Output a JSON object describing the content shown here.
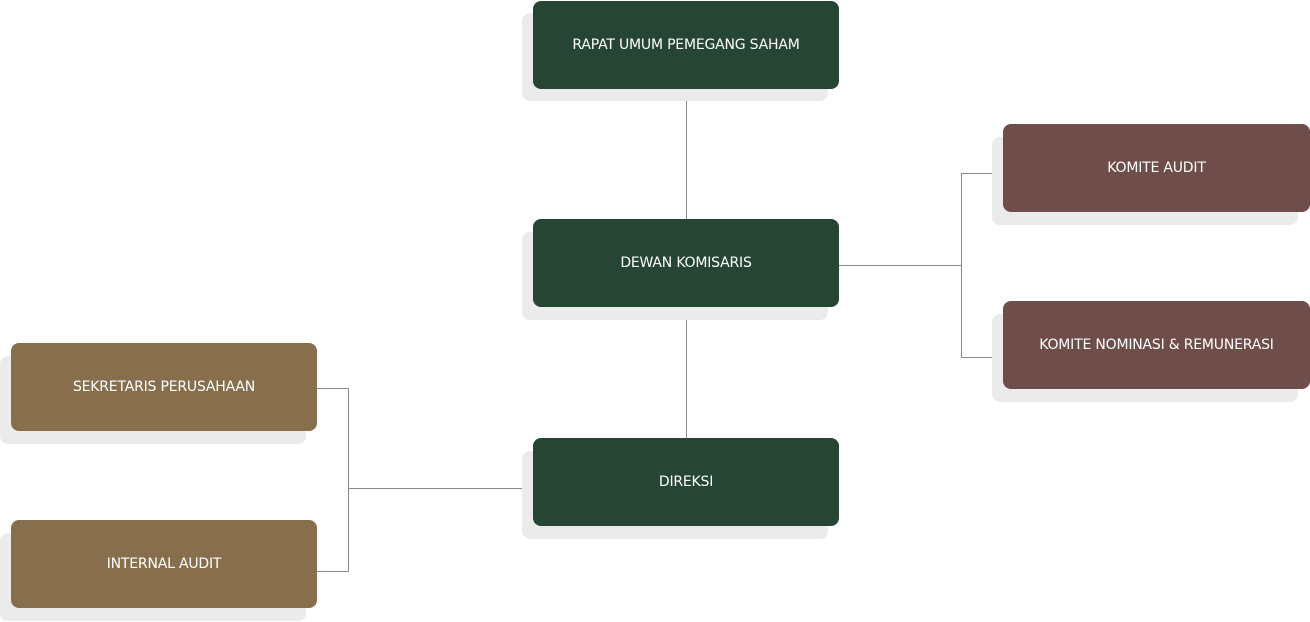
{
  "nodes": {
    "rups": "RAPAT UMUM PEMEGANG SAHAM",
    "dewan_komisaris": "DEWAN KOMISARIS",
    "direksi": "DIREKSI",
    "komite_audit": "KOMITE AUDIT",
    "komite_nominasi": "KOMITE NOMINASI & REMUNERASI",
    "sekretaris": "SEKRETARIS PERUSAHAAN",
    "internal_audit": "INTERNAL AUDIT"
  },
  "colors": {
    "governance": "#264534",
    "committee": "#6e4d4b",
    "support": "#876f4e",
    "connector": "#888888"
  }
}
